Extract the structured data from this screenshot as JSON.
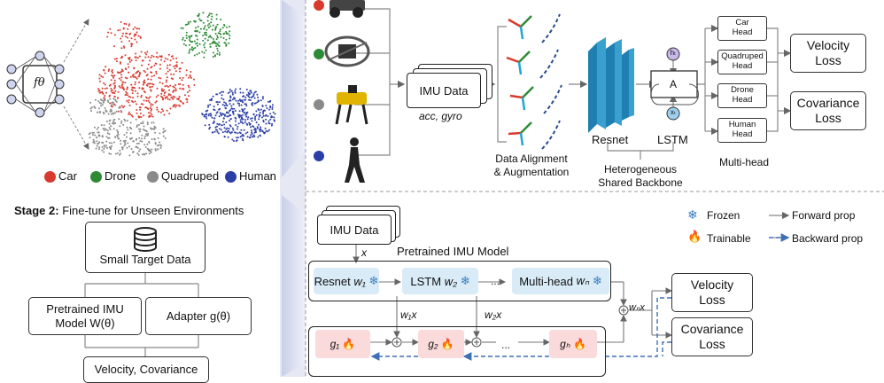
{
  "stage1": {
    "encoder_label": "fθ",
    "legend": [
      {
        "label": "Car",
        "color": "#d93a2f"
      },
      {
        "label": "Drone",
        "color": "#2e8b35"
      },
      {
        "label": "Quadruped",
        "color": "#8a8a8a"
      },
      {
        "label": "Human",
        "color": "#2b3fa6"
      }
    ],
    "robot_colors": [
      "#d93a2f",
      "#2e8b35",
      "#8a8a8a",
      "#2b3fa6"
    ],
    "imu_data": "IMU Data",
    "imu_sub": "acc, gyro",
    "alignment_label_1": "Data Alignment",
    "alignment_label_2": "& Augmentation",
    "resnet": "Resnet",
    "lstm": "LSTM",
    "lstm_a": "A",
    "lstm_h": "hₜ",
    "lstm_x": "xₜ",
    "backbone_1": "Heterogeneous",
    "backbone_2": "Shared Backbone",
    "heads": [
      "Car\nHead",
      "Quadruped\nHead",
      "Drone\nHead",
      "Human\nHead"
    ],
    "multihead": "Multi-head",
    "velocity_loss": "Velocity\nLoss",
    "covariance_loss": "Covariance\nLoss"
  },
  "stage2": {
    "title_bold": "Stage 2:",
    "title_rest": " Fine-tune for Unseen Environments",
    "small_target": "Small Target Data",
    "pretrained": "Pretrained IMU\nModel W(θ)",
    "adapter": "Adapter g(θ)",
    "velcov": "Velocity, Covariance",
    "imu_data": "IMU Data",
    "x_label": "x",
    "pretrained_model_title": "Pretrained IMU Model",
    "resnet": "Resnet",
    "w1": "w₁",
    "lstm": "LSTM",
    "w2": "w₂",
    "dots": "...",
    "multihead": "Multi-head",
    "wn": "wₙ",
    "w1x": "w₁x",
    "w2x": "w₂x",
    "wnx": "wₙx",
    "g1": "g₁",
    "g2": "g₂",
    "gh": "gₕ",
    "velocity_loss": "Velocity\nLoss",
    "covariance_loss": "Covariance\nLoss"
  },
  "legend2": {
    "frozen": "Frozen",
    "trainable": "Trainable",
    "forward": "Forward prop",
    "backward": "Backward prop"
  }
}
